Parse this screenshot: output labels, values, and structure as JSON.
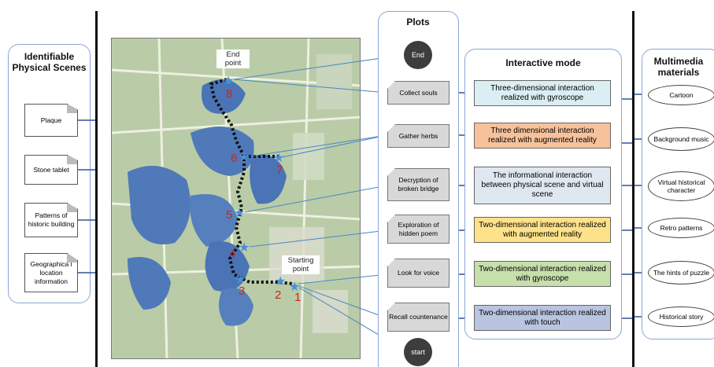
{
  "physical_scenes": {
    "title": "Identifiable Physical Scenes",
    "items": [
      "Plaque",
      "Stone tablet",
      "Patterns of historic building",
      "Geographica l location information"
    ]
  },
  "map": {
    "end_label": "End point",
    "start_label": "Starting point",
    "markers": [
      "8",
      "6",
      "7",
      "5",
      "4",
      "3",
      "2",
      "1"
    ]
  },
  "plots": {
    "title": "Plots",
    "end": "End",
    "start": "start",
    "items": [
      "Collect souls",
      "Gather herbs",
      "Decryption of broken bridge",
      "Exploration of hidden poem",
      "Look for voice",
      "Recall countenance"
    ]
  },
  "interactive_mode": {
    "title": "Interactive mode",
    "items": [
      {
        "text": "Three-dimensional interaction realized with gyroscope",
        "color": "#dbeef3"
      },
      {
        "text": "Three dimensional interaction realized with augmented reality",
        "color": "#f7c29b"
      },
      {
        "text": "The informational interaction between physical scene and virtual scene",
        "color": "#dfe8f0"
      },
      {
        "text": "Two-dimensional interaction realized with augmented reality",
        "color": "#fde28a"
      },
      {
        "text": "Two-dimensional interaction realized with gyroscope",
        "color": "#c6dfab"
      },
      {
        "text": "Two-dimensional interaction realized with touch",
        "color": "#b8c4e0"
      }
    ]
  },
  "multimedia": {
    "title": "Multimedia materials",
    "items": [
      "Cartoon",
      "Background music",
      "Virtual historical character",
      "Retro patterns",
      "The hints of puzzle",
      "Historical story"
    ]
  }
}
